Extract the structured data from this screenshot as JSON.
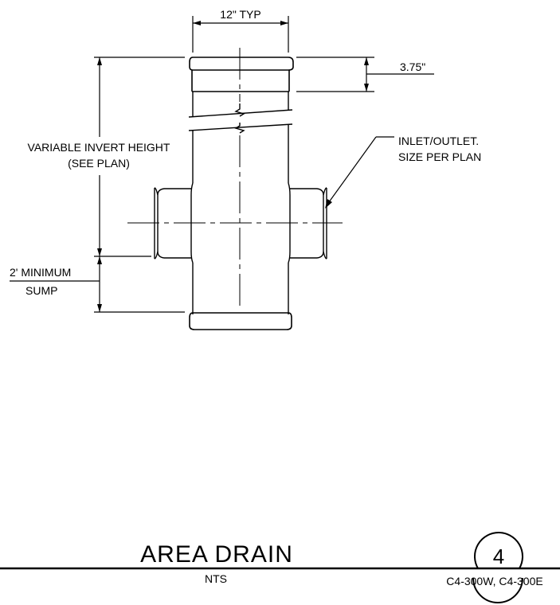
{
  "detail": {
    "title": "AREA DRAIN",
    "scale": "NTS",
    "number": "4",
    "sheet_refs": "C4-300W, C4-300E"
  },
  "labels": {
    "width_dim": "12\" TYP",
    "rim_dim": "3.75\"",
    "invert_line1": "VARIABLE INVERT HEIGHT",
    "invert_line2": "(SEE PLAN)",
    "inlet_line1": "INLET/OUTLET.",
    "inlet_line2": "SIZE PER PLAN",
    "sump_line1": "2' MINIMUM",
    "sump_line2": "SUMP"
  }
}
